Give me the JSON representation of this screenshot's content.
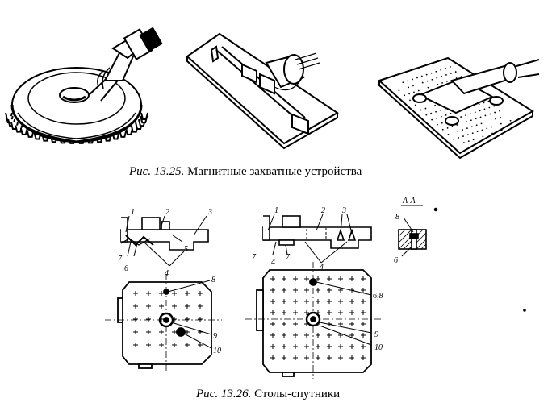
{
  "figure1": {
    "caption_number": "Рис. 13.25.",
    "caption_text": "Магнитные захватные устройства"
  },
  "figure2": {
    "caption_number": "Рис. 13.26.",
    "caption_text": "Столы-спутники",
    "section_label": "А-А",
    "labels_left_top": [
      "1",
      "2",
      "3",
      "5",
      "7",
      "6",
      "4"
    ],
    "labels_left_bottom": [
      "8",
      "9",
      "10"
    ],
    "labels_mid_top": [
      "1",
      "2",
      "3",
      "7",
      "4",
      "7",
      "4"
    ],
    "labels_mid_bottom": [
      "6,8",
      "9",
      "10"
    ],
    "labels_section": [
      "8",
      "6"
    ]
  }
}
